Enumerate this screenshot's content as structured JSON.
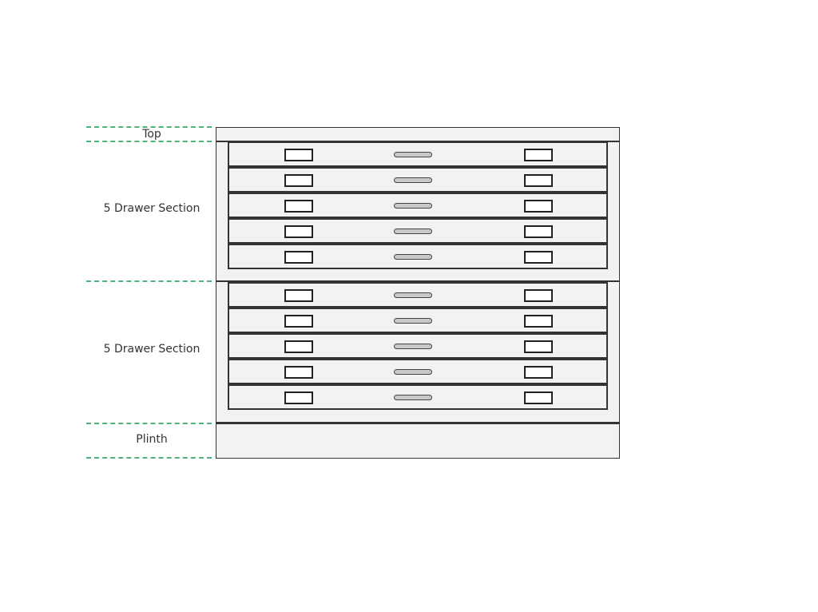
{
  "labels": {
    "top": "Top",
    "section_1": "5 Drawer Section",
    "section_2": "5 Drawer Section",
    "plinth": "Plinth"
  },
  "cabinet": {
    "sections": [
      {
        "drawers": 5
      },
      {
        "drawers": 5
      }
    ]
  },
  "colors": {
    "guide": "#4db37a",
    "panel": "#f2f2f2",
    "outline": "#333333"
  }
}
